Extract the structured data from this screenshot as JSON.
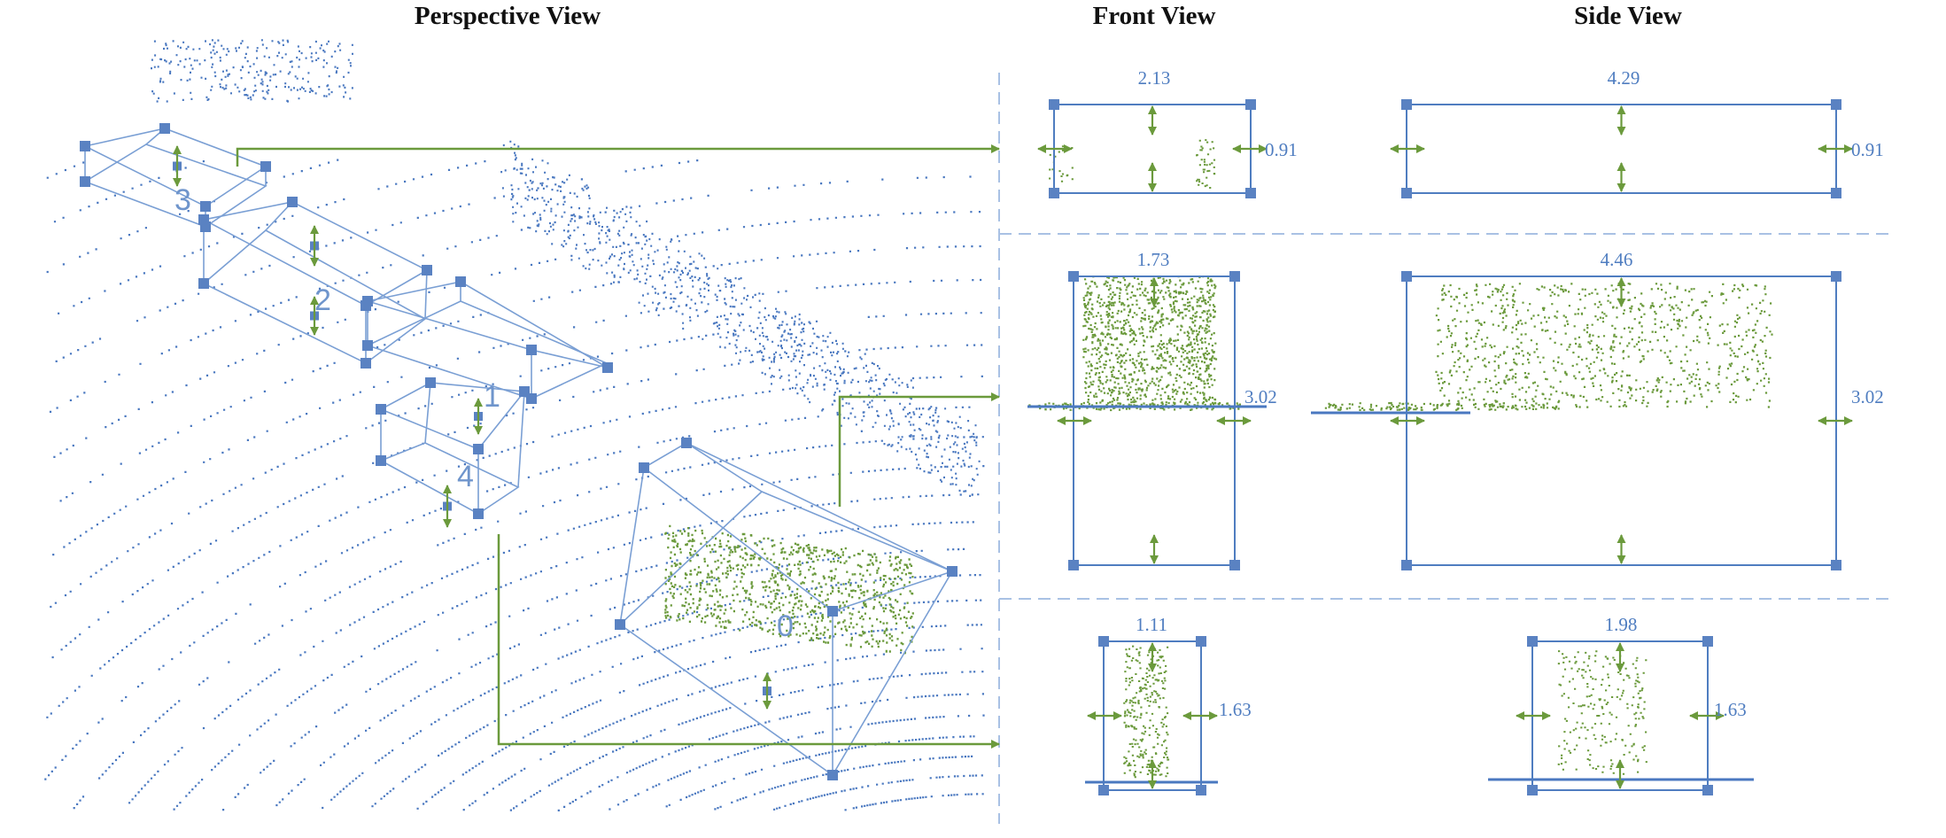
{
  "titles": {
    "perspective": "Perspective View",
    "front": "Front View",
    "side": "Side View"
  },
  "colors": {
    "background_points": "#4a78c0",
    "object_points": "#6b9a3c",
    "box_lines": "#5b86c6",
    "handles": "#5a82c2",
    "arrows": "#6b9a3c",
    "dashed_separators": "#a9c1e4",
    "dimension_text": "#4f7dc0"
  },
  "perspective": {
    "object_ids": [
      "0",
      "1",
      "2",
      "3",
      "4"
    ]
  },
  "rows": [
    {
      "front": {
        "width": "2.13",
        "height": "0.91"
      },
      "side": {
        "length": "4.29",
        "height": "0.91"
      }
    },
    {
      "front": {
        "width": "1.73",
        "height": "3.02"
      },
      "side": {
        "length": "4.46",
        "height": "3.02"
      }
    },
    {
      "front": {
        "width": "1.11",
        "height": "1.63"
      },
      "side": {
        "length": "1.98",
        "height": "1.63"
      }
    }
  ]
}
